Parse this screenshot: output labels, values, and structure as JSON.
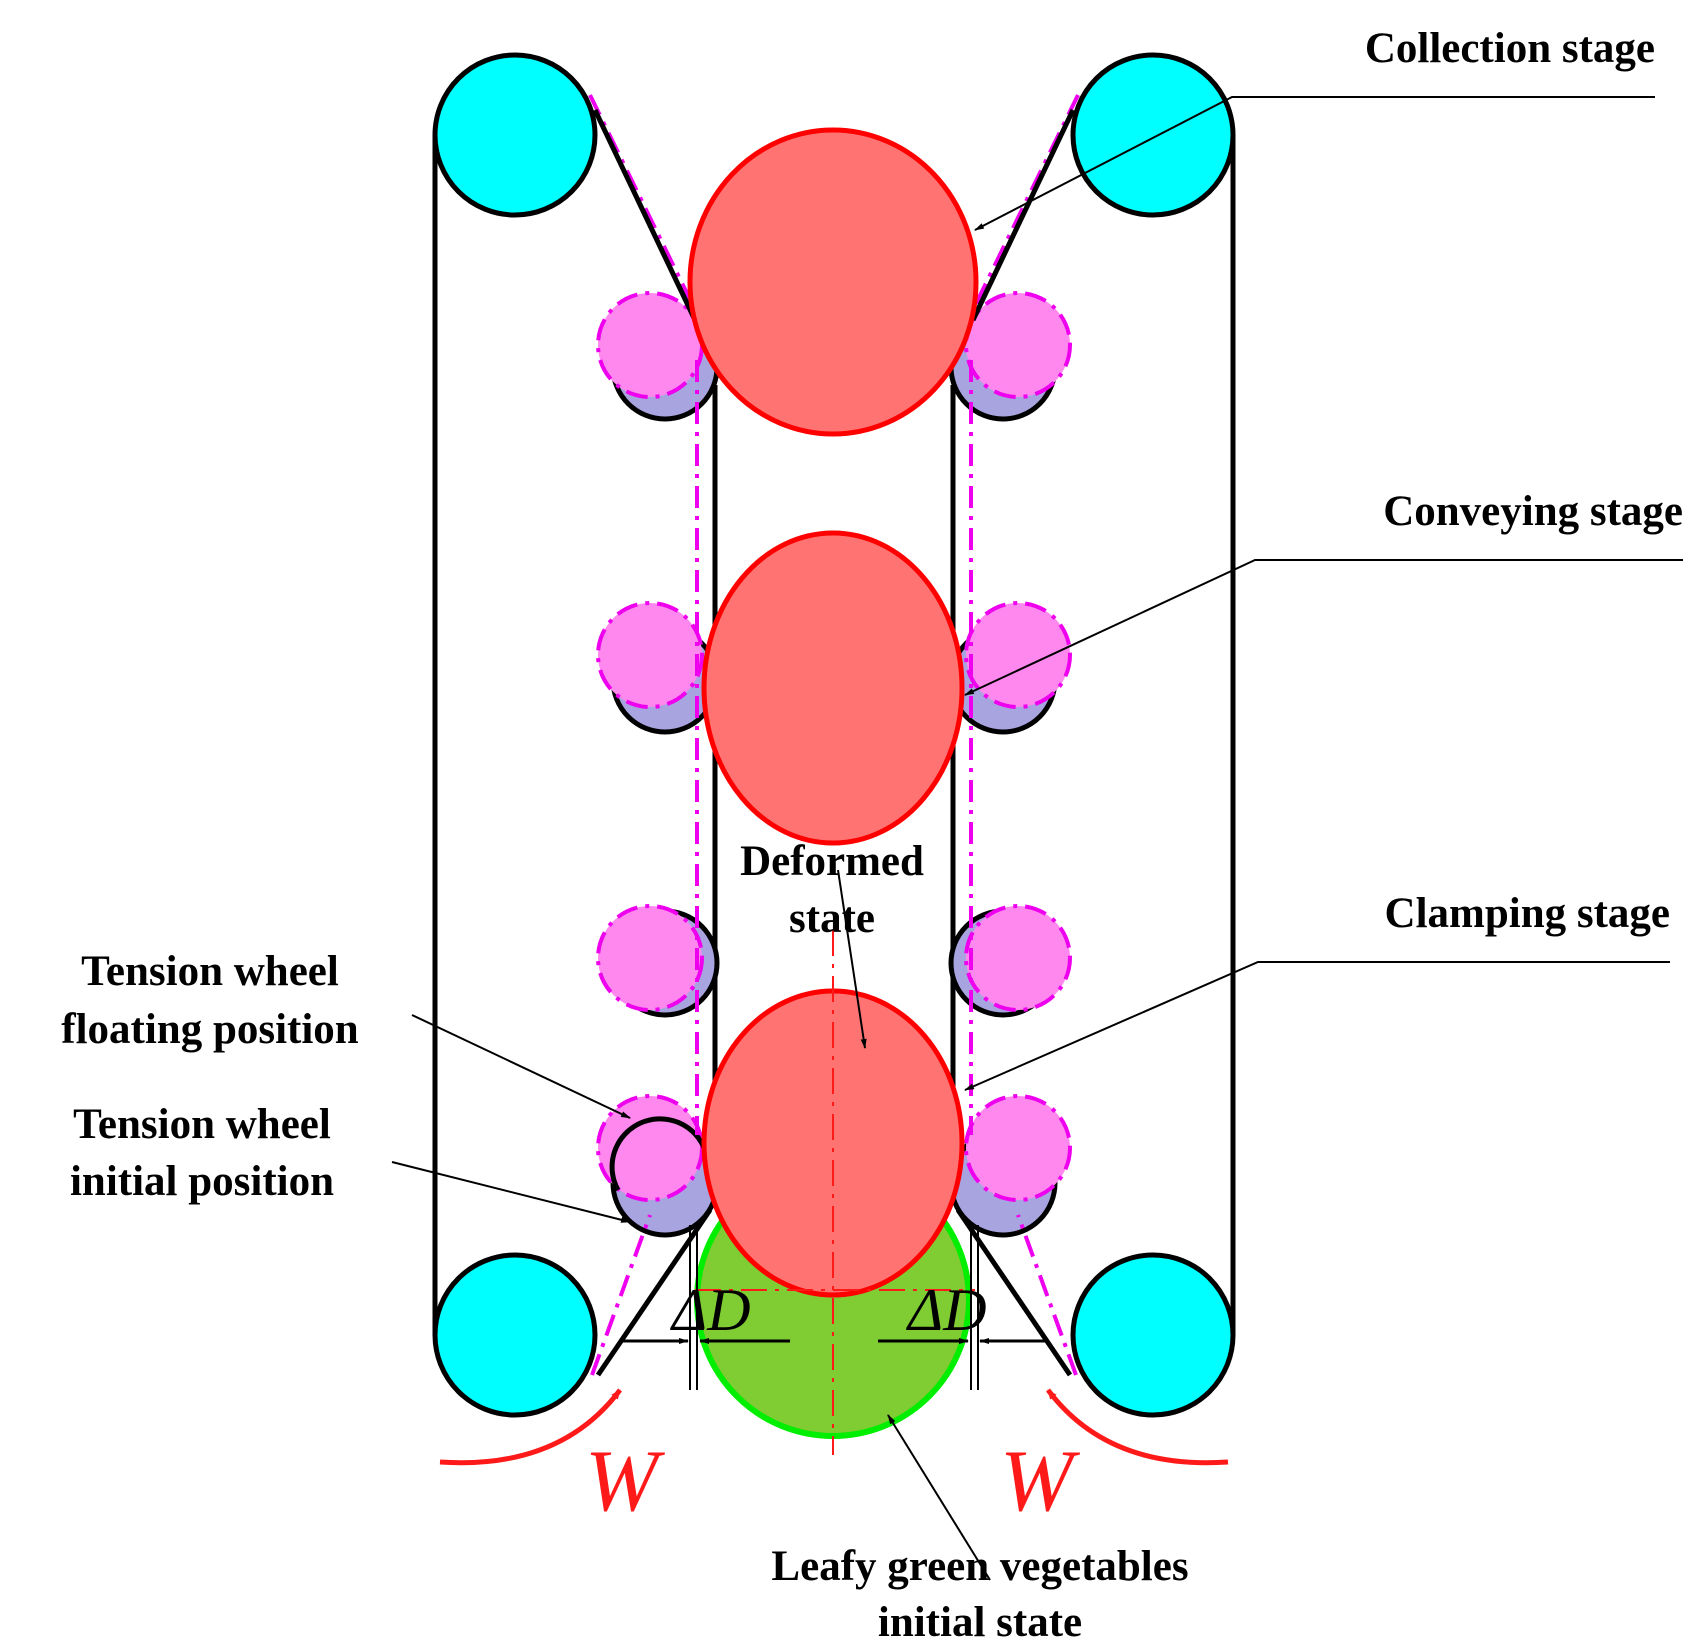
{
  "labels": {
    "collection": "Collection stage",
    "conveying": "Conveying stage",
    "clamping": "Clamping stage",
    "deformed_line1": "Deformed",
    "deformed_line2": "state",
    "floating_line1": "Tension wheel",
    "floating_line2": "floating position",
    "initial_line1": "Tension wheel",
    "initial_line2": "initial position",
    "leafy_line1": "Leafy green vegetables",
    "leafy_line2": "initial state"
  },
  "symbols": {
    "delta_d": "ΔD",
    "w": "W"
  },
  "colors": {
    "pulley": "#00ffff",
    "vegetable_deformed": "#ff7373",
    "vegetable_outline": "#ff0000",
    "vegetable_initial": "#7fcc33",
    "vegetable_initial_outline": "#00ee00",
    "tension_floating": "#ff88ee",
    "tension_initial": "#a8a4e0",
    "magenta_belt": "#ee00ee",
    "force_arrow": "#ff1a1a"
  }
}
